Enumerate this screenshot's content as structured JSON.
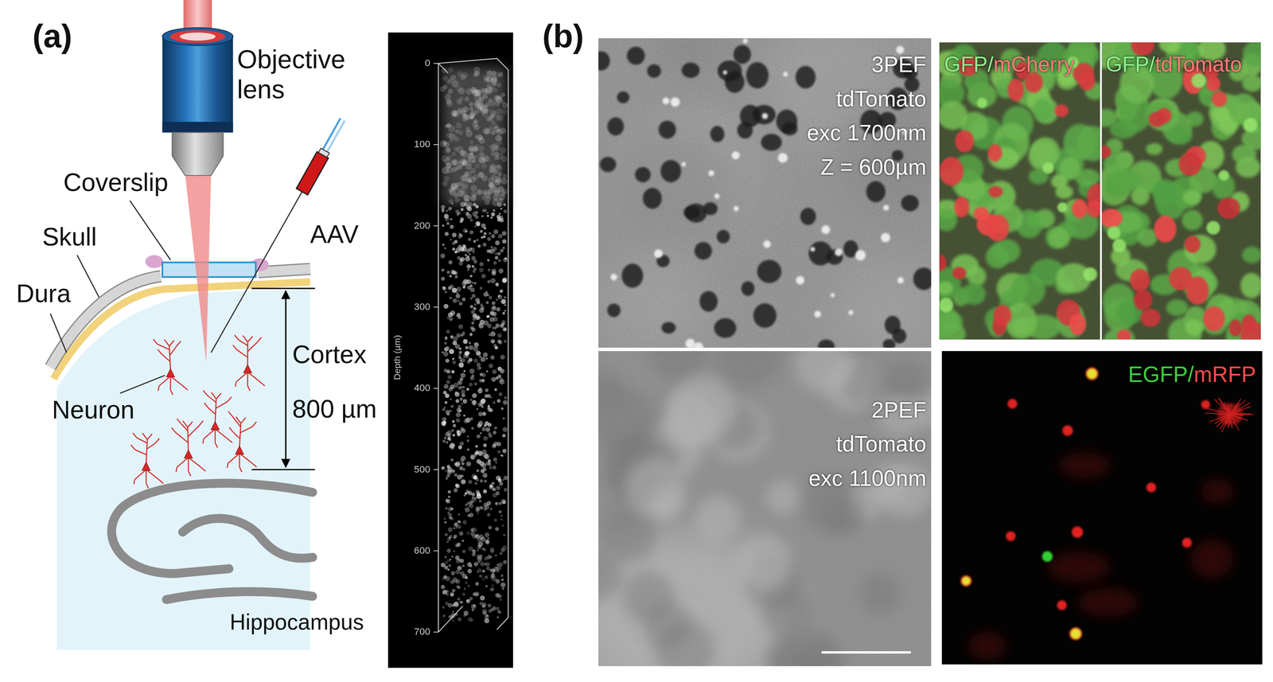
{
  "diagram": {
    "nodes": [
      {
        "text": [
          "3PEF",
          "tdTomato",
          "exc 1700nm",
          "Z = 600µm"
        ]
      },
      {
        "text": [
          "GFP/",
          "mCherry"
        ]
      },
      {
        "text": [
          "GFP/",
          "tdTomato"
        ]
      },
      {
        "text": [
          "2PEF",
          "tdTomato",
          "exc 1100nm"
        ]
      },
      {
        "text": [
          "EGFP/",
          "mRFP"
        ]
      }
    ],
    "labels": [
      "(a)",
      "Objective lens",
      "Coverslip",
      "AAV",
      "Skull",
      "Dura",
      "Neuron",
      "Cortex",
      "800 µm",
      "Hippocampus",
      "0",
      "100",
      "200",
      "300",
      "400",
      "500",
      "600",
      "700",
      "Depth (µm)",
      "(b)"
    ]
  }
}
